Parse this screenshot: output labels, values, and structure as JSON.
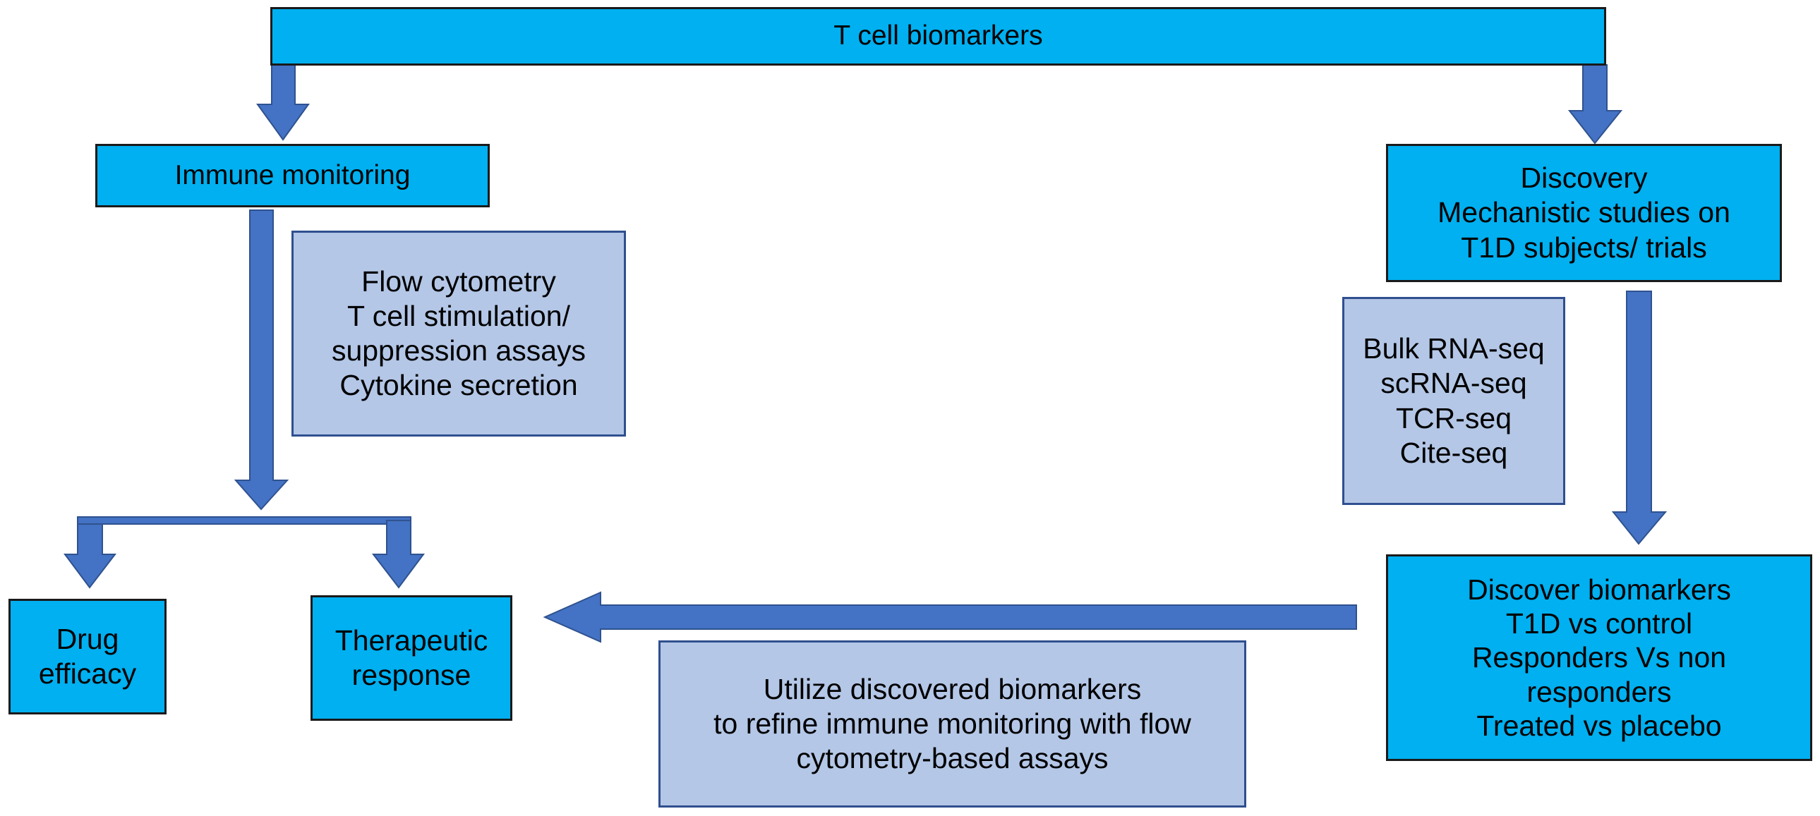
{
  "colors": {
    "primary_box": "#00b0f0",
    "secondary_box": "#b4c7e7",
    "arrow": "#4472c4"
  },
  "title": "T cell biomarkers",
  "immune_monitoring": {
    "label": "Immune monitoring",
    "methods": [
      "Flow cytometry",
      "T cell stimulation/",
      "suppression assays",
      "Cytokine secretion"
    ],
    "outcomes": {
      "drug_efficacy": [
        "Drug",
        "efficacy"
      ],
      "therapeutic_response": [
        "Therapeutic",
        "response"
      ]
    }
  },
  "discovery": {
    "lines": [
      "Discovery",
      "Mechanistic studies on",
      "T1D subjects/ trials"
    ],
    "methods": [
      "Bulk RNA-seq",
      "scRNA-seq",
      "TCR-seq",
      "Cite-seq"
    ],
    "biomarkers": [
      "Discover biomarkers",
      "T1D vs control",
      "Responders Vs non",
      "responders",
      "Treated vs placebo"
    ]
  },
  "feedback": [
    "Utilize discovered biomarkers",
    "to refine immune monitoring with flow",
    "cytometry-based assays"
  ]
}
